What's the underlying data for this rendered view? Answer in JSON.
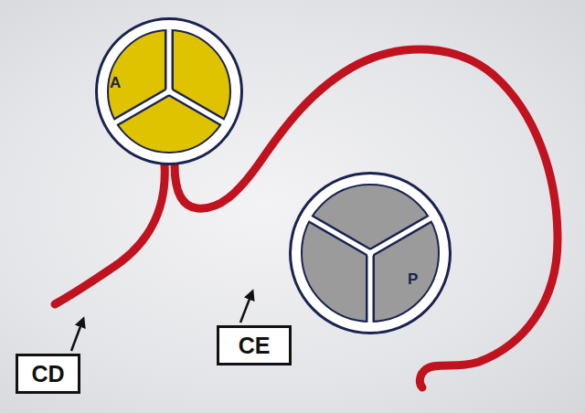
{
  "diagram": {
    "nodes": [
      {
        "text": [
          "A"
        ]
      },
      {
        "text": [
          "P"
        ]
      },
      {
        "text": [
          "CE"
        ]
      },
      {
        "text": [
          "CD"
        ]
      }
    ]
  }
}
